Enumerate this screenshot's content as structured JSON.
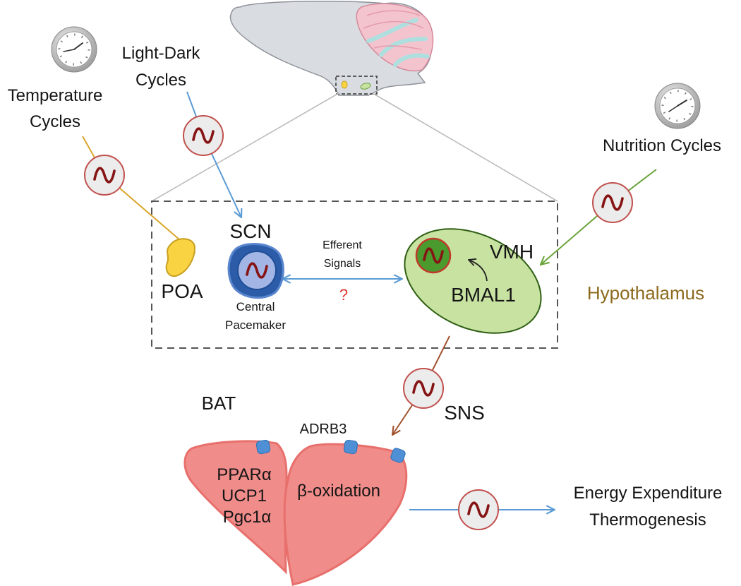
{
  "inputs": {
    "temperature": {
      "line1": "Temperature",
      "line2": "Cycles"
    },
    "light_dark": {
      "line1": "Light-Dark",
      "line2": "Cycles"
    },
    "nutrition": {
      "label": "Nutrition Cycles"
    }
  },
  "hypothalamus": {
    "label": "Hypothalamus",
    "poa": "POA",
    "scn": "SCN",
    "scn_caption": [
      "Central",
      "Pacemaker"
    ],
    "efferent": [
      "Efferent",
      "Signals"
    ],
    "unknown": "?",
    "vmh": "VMH",
    "bmal1": "BMAL1"
  },
  "periphery": {
    "bat": "BAT",
    "sns": "SNS",
    "adrb3": "ADRB3",
    "bat_genes": [
      "PPARα",
      "UCP1",
      "Pgc1α"
    ],
    "process": "β-oxidation",
    "outputs": [
      "Energy Expenditure",
      "Thermogenesis"
    ]
  },
  "icons": [
    "clock-icon",
    "oscillator-icon",
    "brain-icon"
  ],
  "colors": {
    "temperature_arrow": "#D9A62A",
    "light_dark_arrow": "#5B9BD5",
    "nutrition_arrow": "#6AA33A",
    "sns_arrow": "#A0522D",
    "hypothalamus_label": "#8C6A1E",
    "poa": "#F9D342",
    "scn": "#2C5CA8",
    "vmh": "#C8E2A2",
    "bat": "#F08C8A",
    "adrb3": "#4E8FD6"
  }
}
